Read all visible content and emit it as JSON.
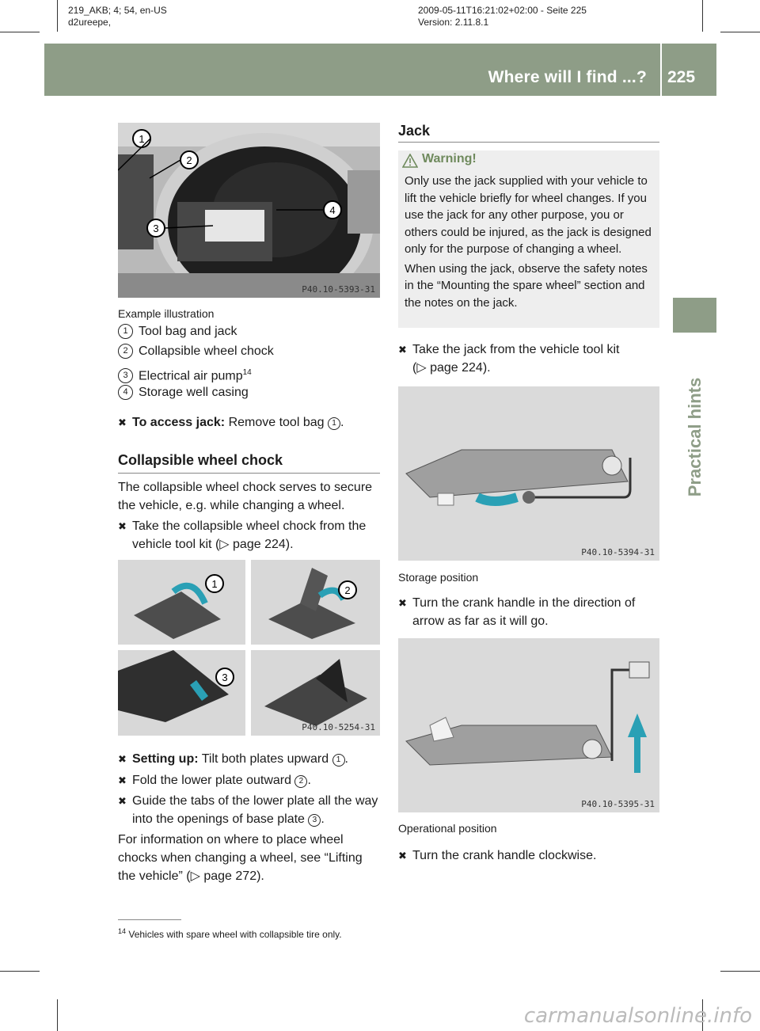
{
  "print_meta": {
    "left_line1": "219_AKB; 4; 54, en-US",
    "left_line2": "d2ureepe,",
    "right_line1": "2009-05-11T16:21:02+02:00 - Seite 225",
    "right_line2": "Version: 2.11.8.1"
  },
  "header": {
    "title": "Where will I find ...?",
    "page": "225"
  },
  "side_label": "Practical hints",
  "left": {
    "fig1": {
      "code": "P40.10-5393-31",
      "caption": "Example illustration"
    },
    "legend": [
      {
        "num": "1",
        "label": "Tool bag and jack"
      },
      {
        "num": "2",
        "label": "Collapsible wheel chock"
      },
      {
        "num": "3",
        "label": "Electrical air pump",
        "sup": "14"
      },
      {
        "num": "4",
        "label": "Storage well casing"
      }
    ],
    "step_access_bold": "To access jack:",
    "step_access_text": "Remove tool bag",
    "heading_chock": "Collapsible wheel chock",
    "chock_intro_1": "The collapsible wheel chock serves to secure",
    "chock_intro_2": "the vehicle, e.g. while changing a wheel.",
    "chock_step_1a": "Take the collapsible wheel chock from the",
    "chock_step_1b": "vehicle tool kit (",
    "chock_step_1c": "page 224).",
    "fig2": {
      "code": "P40.10-5254-31"
    },
    "setup_bold": "Setting up:",
    "setup_text": "Tilt both plates upward",
    "fold_text": "Fold the lower plate outward",
    "guide_1": "Guide the tabs of the lower plate all the way",
    "guide_2": "into the openings of base plate",
    "info_1": "For information on where to place wheel",
    "info_2": "chocks when changing a wheel, see “Lifting",
    "info_3a": "the vehicle” (",
    "info_3b": "page 272)."
  },
  "right": {
    "heading_jack": "Jack",
    "warning_title": "Warning!",
    "warning_p1": "Only use the jack supplied with your vehicle to lift the vehicle briefly for wheel changes. If you use the jack for any other purpose, you or others could be injured, as the jack is designed only for the purpose of changing a wheel.",
    "warning_p2": "When using the jack, observe the safety notes in the “Mounting the spare wheel” section and the notes on the jack.",
    "step_take_1": "Take the jack from the vehicle tool kit",
    "step_take_2a": "(",
    "step_take_2b": "page 224).",
    "fig3": {
      "code": "P40.10-5394-31",
      "caption": "Storage position"
    },
    "step_turn_1": "Turn the crank handle in the direction of",
    "step_turn_2": "arrow as far as it will go.",
    "fig4": {
      "code": "P40.10-5395-31",
      "caption": "Operational position"
    },
    "step_clockwise": "Turn the crank handle clockwise."
  },
  "footnote": {
    "num": "14",
    "text": "Vehicles with spare wheel with collapsible tire only."
  },
  "watermark": "carmanualsonline.info"
}
